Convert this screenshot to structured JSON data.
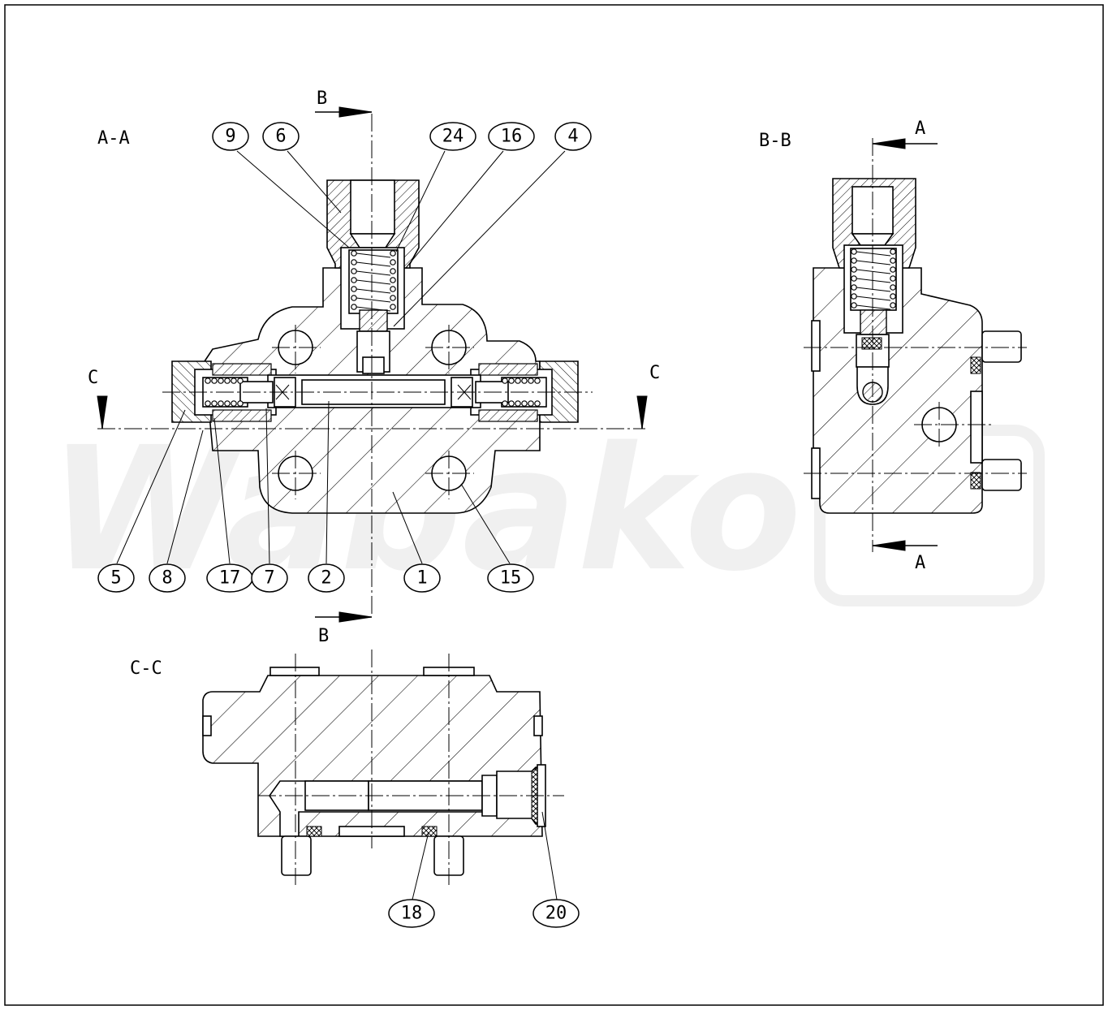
{
  "watermark": "Wabako",
  "views": {
    "aa": {
      "label": "A-A"
    },
    "bb": {
      "label": "B-B"
    },
    "cc": {
      "label": "C-C"
    }
  },
  "section_marks": {
    "b_top": "B",
    "b_bottom": "B",
    "a_top": "A",
    "a_bottom": "A",
    "c_left": "C",
    "c_right": "C"
  },
  "callouts": [
    "9",
    "6",
    "24",
    "16",
    "4",
    "5",
    "8",
    "17",
    "7",
    "2",
    "1",
    "15",
    "18",
    "20"
  ]
}
